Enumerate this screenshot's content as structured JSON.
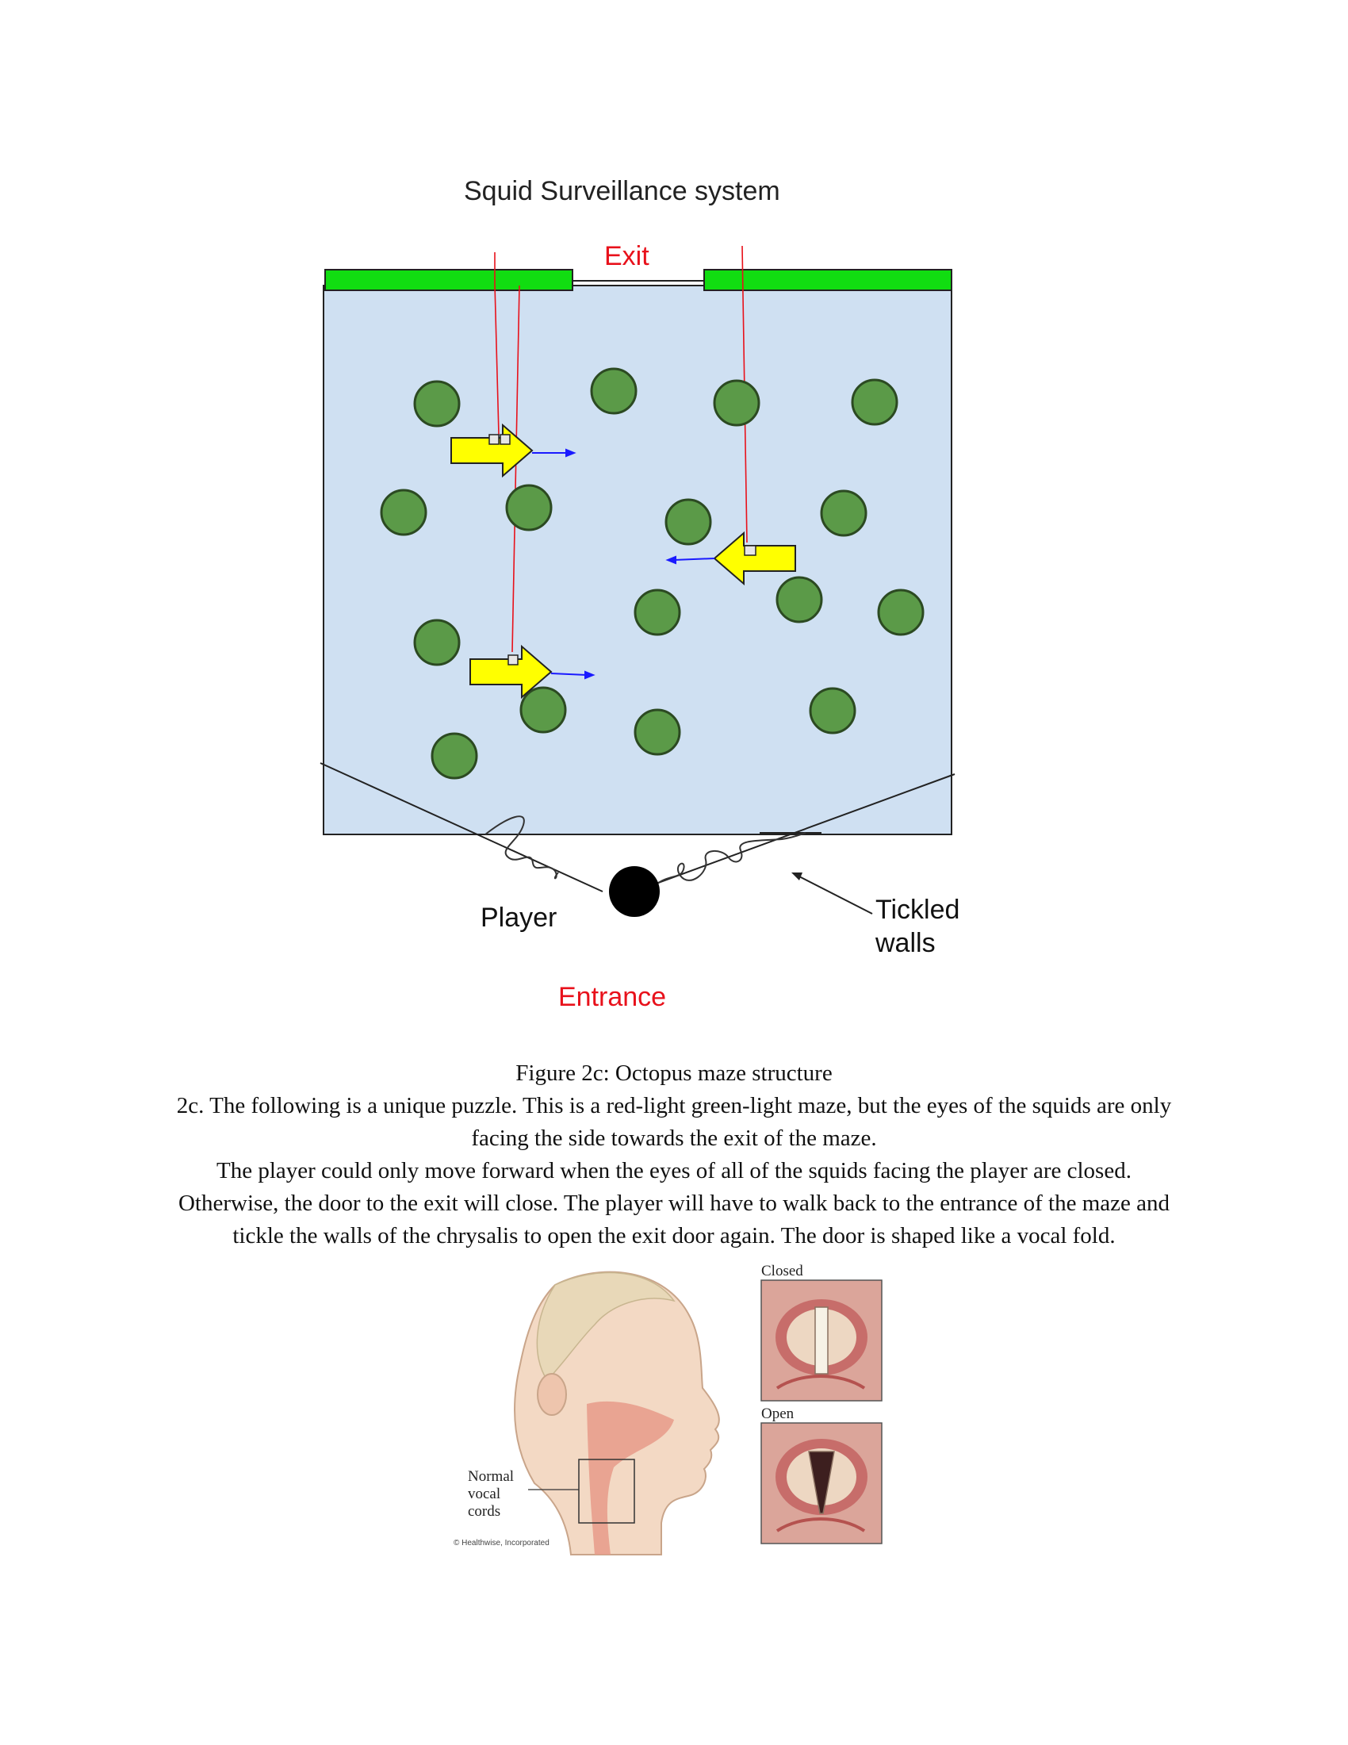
{
  "diagram": {
    "title": "Squid Surveillance system",
    "exit_label": "Exit",
    "entrance_label": "Entrance",
    "player_label": "Player",
    "tickled_label_line1": "Tickled",
    "tickled_label_line2": "walls",
    "colors": {
      "water": "#cfe0f2",
      "wall_green": "#11dd11",
      "obstacle": "#5b9a48",
      "squid_arrow": "#ffff00",
      "sight_line": "#e8111b",
      "gaze": "#1a1aff",
      "player": "#000000"
    }
  },
  "text": {
    "figure_caption": "Figure 2c: Octopus maze structure",
    "paragraph1": "2c. The following is a unique puzzle. This is a red-light green-light maze, but the eyes of the squids are only facing the side towards the exit of the maze.",
    "paragraph2": "The player could only move forward when the eyes of all of the squids facing the player are closed. Otherwise, the door to the exit will close. The player will have to walk back to the entrance of the maze and tickle the walls of the chrysalis to open the exit door again. The door is shaped like a vocal fold."
  },
  "anatomy": {
    "label_line1": "Normal",
    "label_line2": "vocal",
    "label_line3": "cords",
    "closed_label": "Closed",
    "open_label": "Open",
    "copyright": "© Healthwise, Incorporated"
  }
}
